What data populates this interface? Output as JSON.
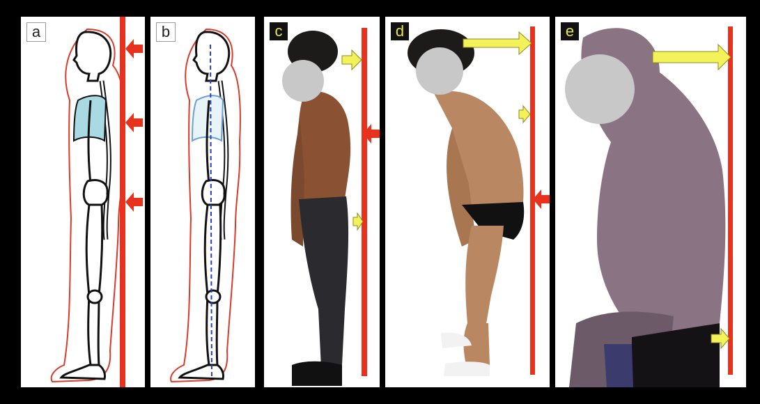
{
  "figure": {
    "panels": [
      {
        "label": "a",
        "kind": "illustration",
        "description_icons": [
          "red-arrow-icon",
          "red-arrow-icon",
          "red-arrow-icon"
        ]
      },
      {
        "label": "b",
        "kind": "illustration"
      },
      {
        "label": "c",
        "kind": "photo"
      },
      {
        "label": "d",
        "kind": "photo"
      },
      {
        "label": "e",
        "kind": "photo"
      }
    ],
    "colors": {
      "plumb_line": "#e8321e",
      "red_arrow": "#e8321e",
      "yellow_arrow": "#f4f25a",
      "outline": "#d93a2a",
      "lung": "#a9d9e3",
      "blue_axis": "#2a3cc7",
      "face_mask": "#c8c8c8"
    }
  }
}
